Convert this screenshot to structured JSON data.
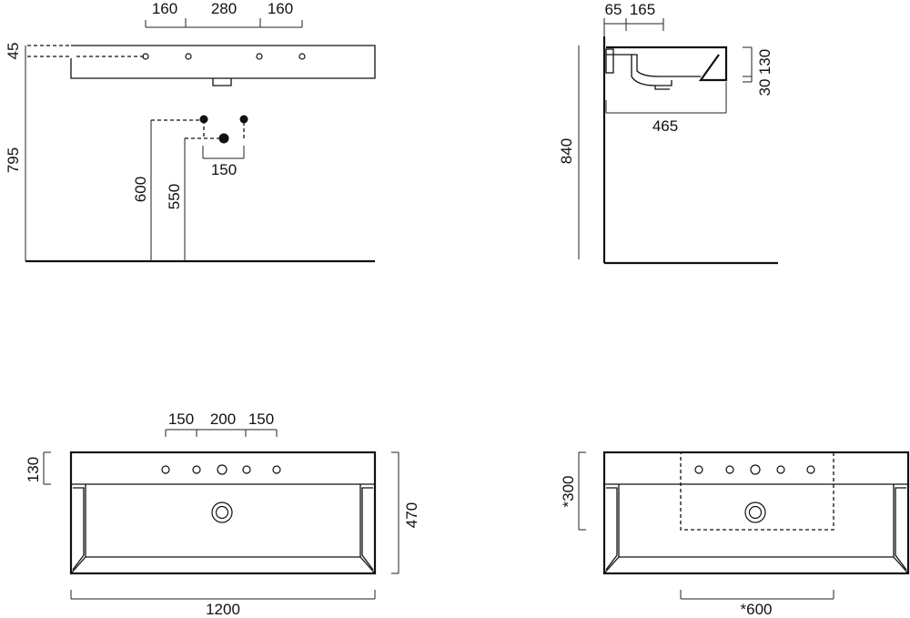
{
  "front_view": {
    "tap_spacing": [
      "160",
      "280",
      "160"
    ],
    "basin_height": "45",
    "mount_height": "795",
    "drain_height": "600",
    "trap_height": "550",
    "pipe_spacing": "150"
  },
  "side_view": {
    "offset_top": [
      "65",
      "165"
    ],
    "depth": "465",
    "height": "840",
    "inner_depths": [
      "30",
      "130"
    ]
  },
  "top_view": {
    "hole_spacing": [
      "150",
      "200",
      "150"
    ],
    "back_depth": "130",
    "width": "1200",
    "depth": "470"
  },
  "top_view_variant": {
    "depth": "*300",
    "width": "*600"
  },
  "colors": {
    "line": "#111111",
    "background": "#ffffff"
  }
}
